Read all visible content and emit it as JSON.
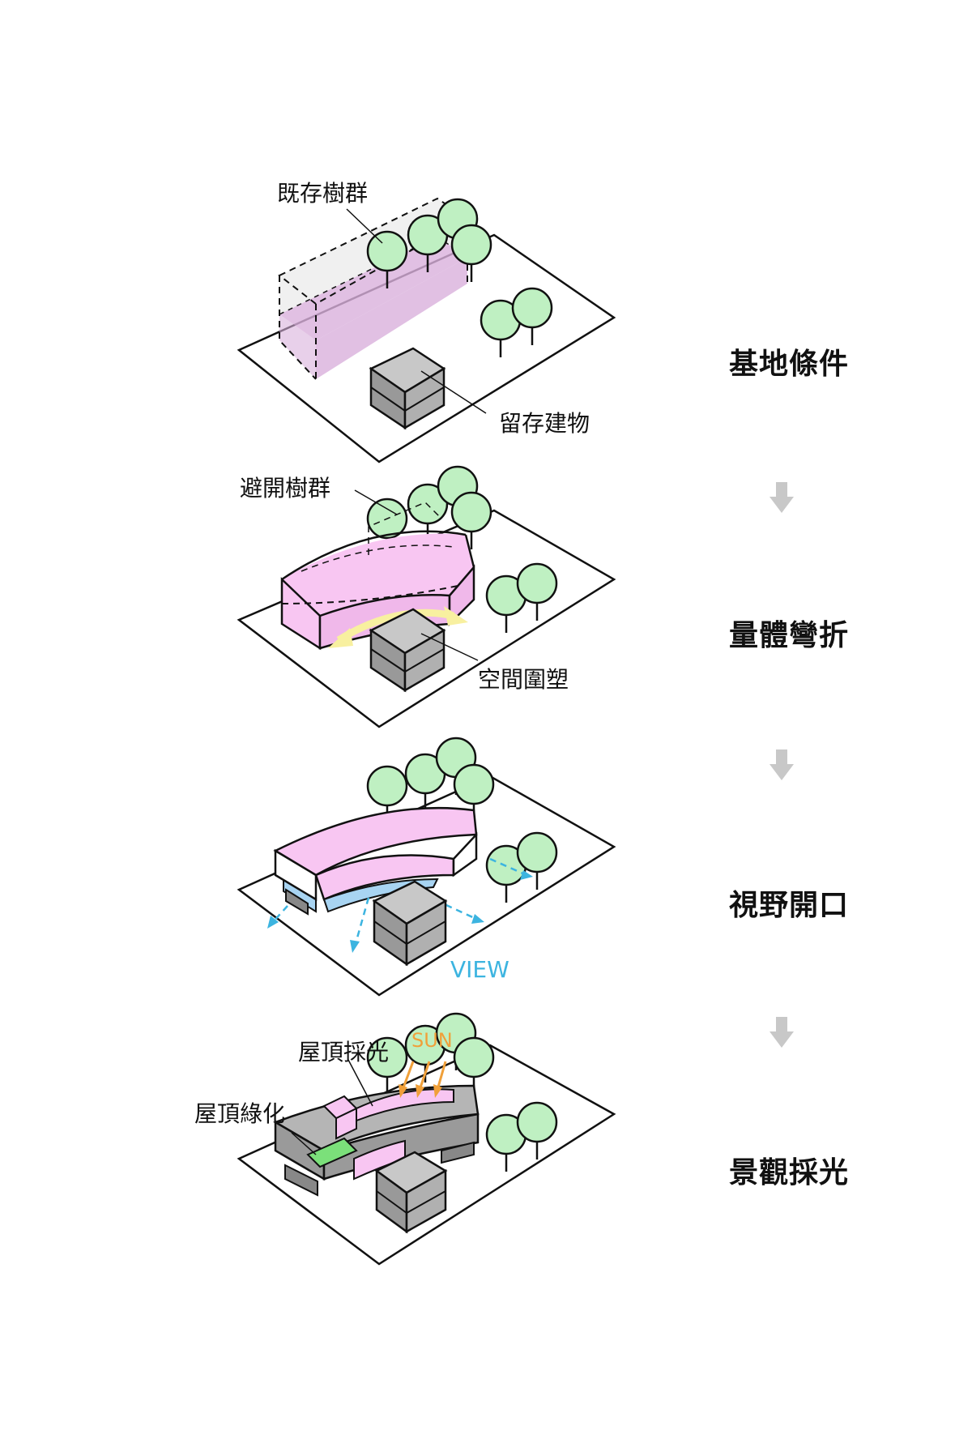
{
  "steps": [
    {
      "title": "基地條件",
      "labels": {
        "trees": "既存樹群",
        "building": "留存建物"
      }
    },
    {
      "title": "量體彎折",
      "labels": {
        "trees": "避開樹群",
        "space": "空間圍塑"
      }
    },
    {
      "title": "視野開口",
      "labels": {
        "view": "VIEW"
      }
    },
    {
      "title": "景觀採光",
      "labels": {
        "sun": "SUN",
        "roof_light": "屋頂採光",
        "roof_green": "屋頂綠化"
      }
    }
  ],
  "colors": {
    "tree": "#bff0c2",
    "volume": "#f8c6f2",
    "existing_volume": "#d9b0dc",
    "gray": "#a7a7a7",
    "glass": "#a8d4f2",
    "view": "#3cb4e0",
    "sun": "#f0a03a",
    "rotate_arrow": "#f8f0a0",
    "green_roof": "#7be07a",
    "flow_arrow": "#c8c8c8"
  }
}
